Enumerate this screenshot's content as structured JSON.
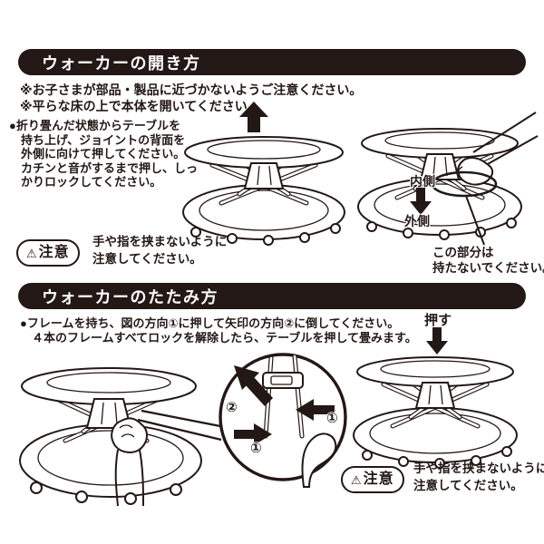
{
  "ink_color": "#231815",
  "page_background": "#ffffff",
  "sections": [
    {
      "title": "ウォーカーの開き方",
      "notes": [
        "※お子さまが部品・製品に近づかないようご注意ください。",
        "※平らな床の上で本体を開いてください。"
      ],
      "paragraph": [
        "●折り畳んだ状態からテーブルを",
        "持ち上げ、ジョイントの背面を",
        "外側に向けて押してください。",
        "カチンと音がするまで押し、しっ",
        "かりロックしてください。"
      ],
      "labels": {
        "inner": "内側",
        "outer": "外側",
        "hold_note_line1": "この部分は",
        "hold_note_line2": "持たないでください。"
      },
      "caution": {
        "warning_symbol": "⚠",
        "badge": "注意",
        "line1": "手や指を挟まないように",
        "line2": "注意してください。"
      }
    },
    {
      "title": "ウォーカーのたたみ方",
      "paragraph": [
        "●フレームを持ち、図の方向①に押して矢印の方向②に倒してください。",
        "４本のフレームすべてロックを解除したら、テーブルを押して畳みます。"
      ],
      "labels": {
        "push": "押す",
        "step1": "①",
        "step2": "②"
      },
      "caution": {
        "warning_symbol": "⚠",
        "badge": "注意",
        "line1": "手や指を挟まないように",
        "line2": "注意してください。"
      }
    }
  ]
}
